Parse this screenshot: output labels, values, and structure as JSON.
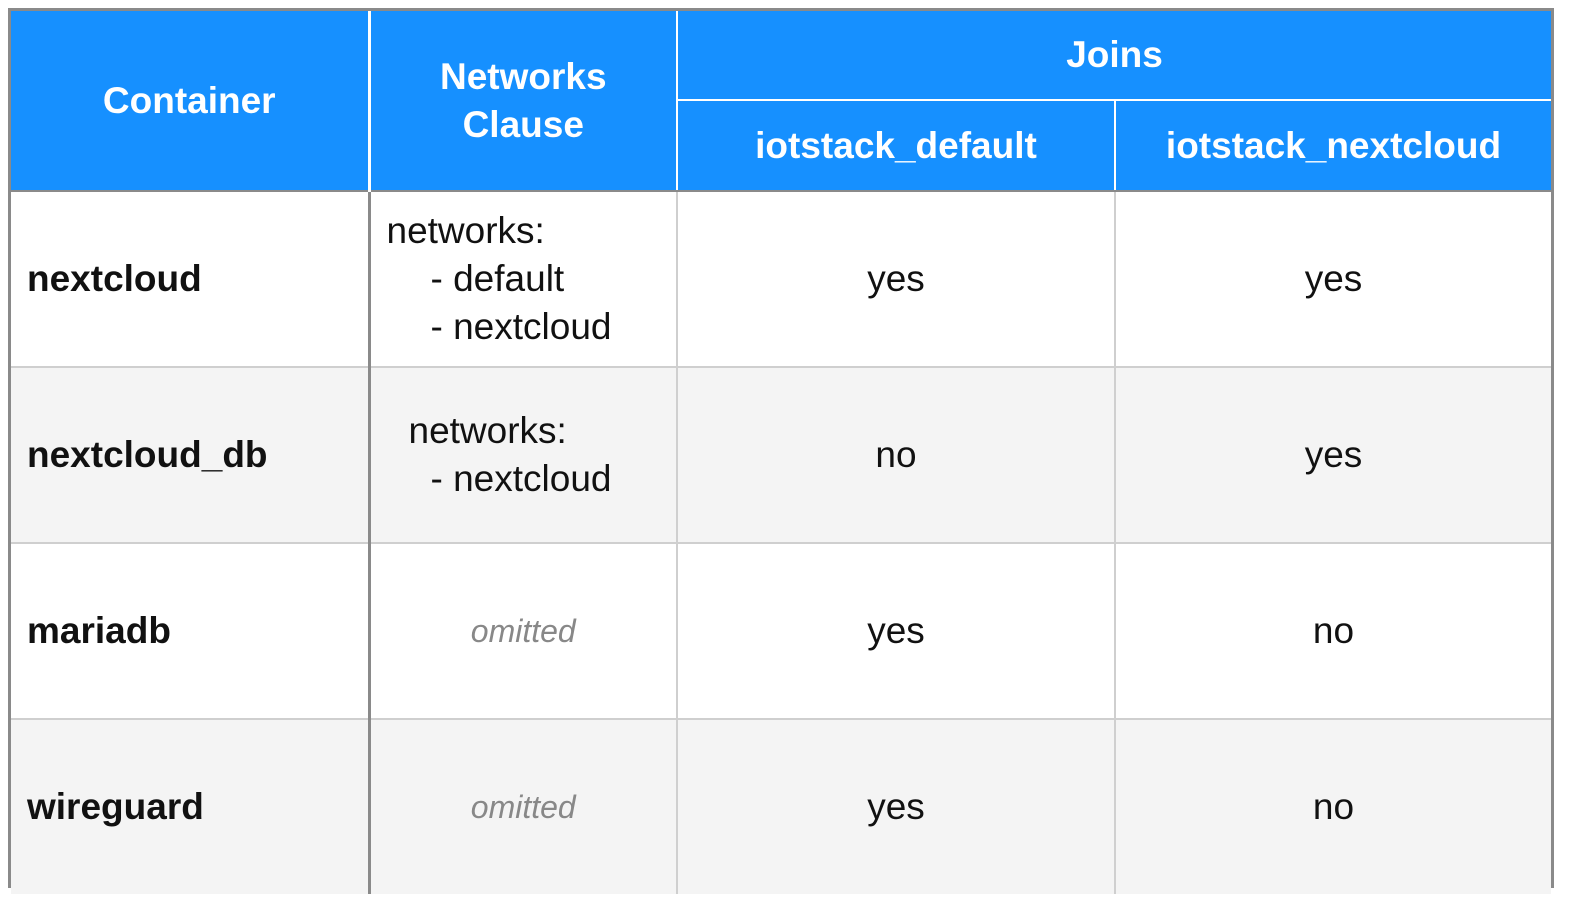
{
  "headers": {
    "container": "Container",
    "networks_clause_line1": "Networks",
    "networks_clause_line2": "Clause",
    "joins": "Joins",
    "joins_sub": [
      "iotstack_default",
      "iotstack_nextcloud"
    ]
  },
  "colors": {
    "header_bg": "#1690ff",
    "header_text": "#ffffff",
    "alt_row_bg": "#f4f4f4",
    "omitted_text": "#888888"
  },
  "rows": [
    {
      "container": "nextcloud",
      "clause": [
        "networks:",
        "- default",
        "- nextcloud"
      ],
      "iotstack_default": "yes",
      "iotstack_nextcloud": "yes"
    },
    {
      "container": "nextcloud_db",
      "clause": [
        "networks:",
        "- nextcloud"
      ],
      "iotstack_default": "no",
      "iotstack_nextcloud": "yes"
    },
    {
      "container": "mariadb",
      "clause_omitted": "omitted",
      "iotstack_default": "yes",
      "iotstack_nextcloud": "no"
    },
    {
      "container": "wireguard",
      "clause_omitted": "omitted",
      "iotstack_default": "yes",
      "iotstack_nextcloud": "no"
    }
  ]
}
